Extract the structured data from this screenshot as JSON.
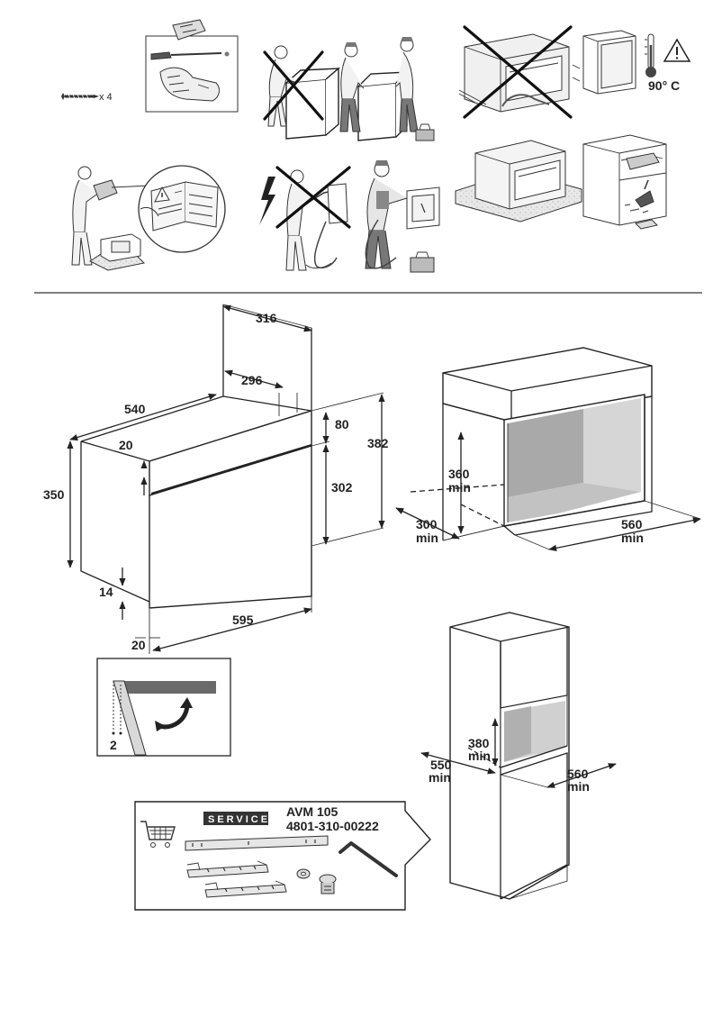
{
  "top": {
    "screw_count": "x 4",
    "temperature": "90° C"
  },
  "oven_dims": {
    "d316": "316",
    "d296": "296",
    "d540": "540",
    "d80": "80",
    "d382": "382",
    "d20_top": "20",
    "d350": "350",
    "d302": "302",
    "d14": "14",
    "d595": "595",
    "d20_bottom": "20",
    "d2": "2"
  },
  "niche_a": {
    "h360": "360",
    "h360_unit": "min",
    "d300": "300",
    "d300_unit": "min",
    "w560": "560",
    "w560_unit": "min"
  },
  "niche_b": {
    "h380": "380",
    "h380_unit": "min",
    "d550": "550",
    "d550_unit": "min",
    "w560": "560",
    "w560_unit": "min"
  },
  "service": {
    "badge": "SERVICE",
    "model": "AVM 105",
    "code": "4801-310-00222"
  },
  "colors": {
    "line": "#222222",
    "cavity_back": "#a9a9a9",
    "cavity_side": "#d6d6d6",
    "cavity_floor": "#c2c2c2",
    "gasket": "#6a6a6a"
  }
}
